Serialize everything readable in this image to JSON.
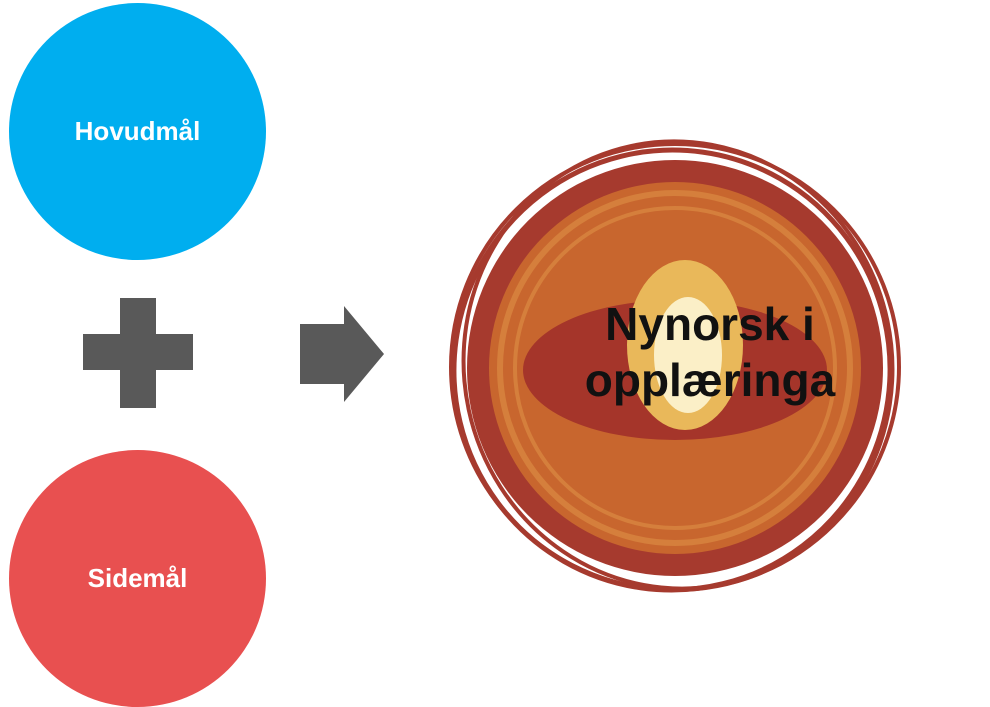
{
  "diagram": {
    "main_language": {
      "label": "Hovudmål",
      "color": "#00AEEF"
    },
    "side_language": {
      "label": "Sidemål",
      "color": "#E85050"
    },
    "plus_symbol_color": "#595959",
    "arrow_color": "#595959",
    "result": {
      "line1": "Nynorsk i",
      "line2": "opplæringa",
      "colors": {
        "outer": "#A63A2E",
        "middle": "#C8662E",
        "ring": "#D57F3C",
        "inner_dark": "#A5352A",
        "yolk": "#E9B85A",
        "center": "#FBEFC7"
      }
    }
  }
}
